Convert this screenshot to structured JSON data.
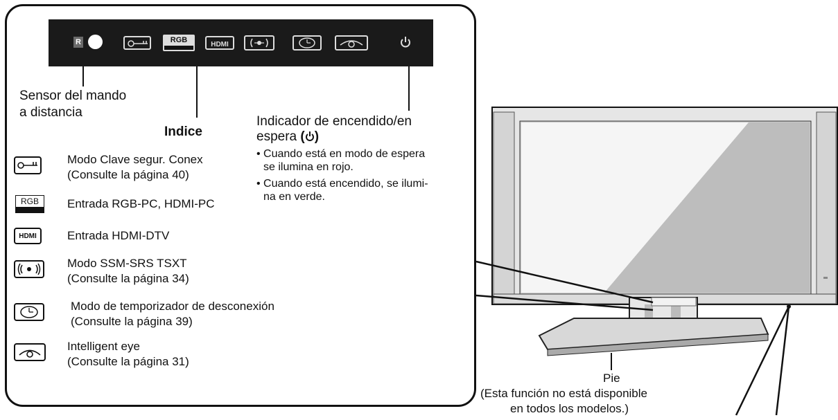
{
  "sensor_label": [
    "Sensor del mando",
    "a distancia"
  ],
  "index_title": "Indice",
  "power_indicator": {
    "title_line1": "Indicador de encendido/en",
    "title_line2": "espera",
    "bullet1_line1": "• Cuando está en modo de espera",
    "bullet1_line2": "se ilumina en rojo.",
    "bullet2_line1": "• Cuando está encendido, se ilumi-",
    "bullet2_line2": "na en verde."
  },
  "panel": {
    "r_badge": "R",
    "rgb_text": "RGB",
    "hdmi_text": "HDMI"
  },
  "index_items": [
    {
      "icon": "key-icon",
      "line1": "Modo Clave segur. Conex",
      "line2": "(Consulte la página 40)"
    },
    {
      "icon": "rgb-icon",
      "icon_text": "RGB",
      "line1": "Entrada RGB-PC, HDMI-PC",
      "line2": ""
    },
    {
      "icon": "hdmi-icon",
      "icon_text": "HDMI",
      "line1": "Entrada HDMI-DTV",
      "line2": ""
    },
    {
      "icon": "ssm-icon",
      "line1": "Modo SSM-SRS TSXT",
      "line2": "(Consulte la página 34)"
    },
    {
      "icon": "clock-icon",
      "line1": "Modo de temporizador de desconexión",
      "line2": "(Consulte la página 39)"
    },
    {
      "icon": "eye-icon",
      "line1": "Intelligent eye",
      "line2": "(Consulte la página 31)"
    }
  ],
  "stand_label": {
    "title": "Pie",
    "note_line1": "(Esta función no está disponible",
    "note_line2": "en todos los modelos.)"
  }
}
